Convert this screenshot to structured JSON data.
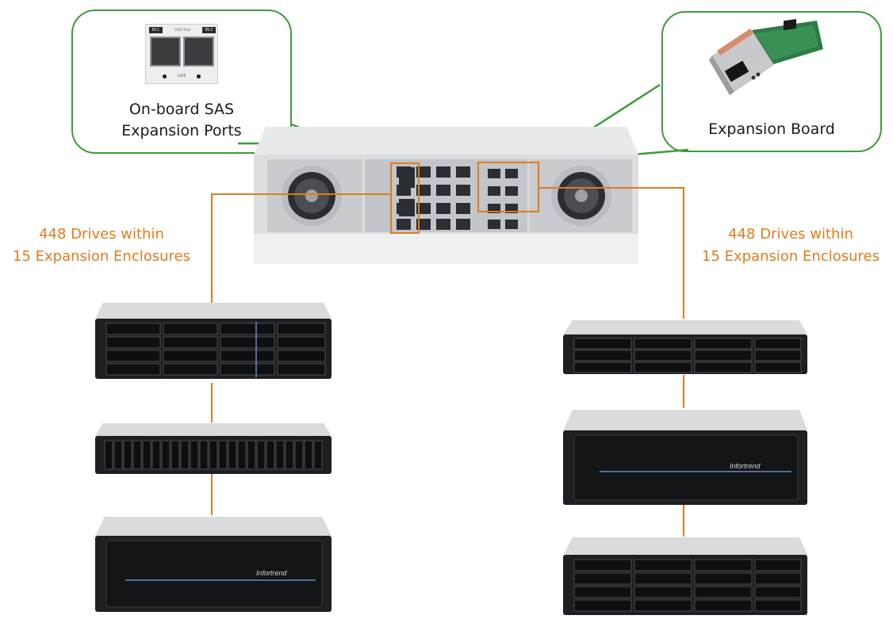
{
  "callouts": {
    "left": {
      "title_line1": "On-board SAS",
      "title_line2": "Expansion Ports",
      "icon": "sas-port-module-icon",
      "module_tags": [
        "IN 1",
        "SAS Exp",
        "IN 2"
      ],
      "module_footer": "Link"
    },
    "right": {
      "title": "Expansion Board",
      "icon": "expansion-board-icon"
    }
  },
  "labels": {
    "left_line1": "448 Drives within",
    "left_line2": "15 Expansion Enclosures",
    "right_line1": "448 Drives within",
    "right_line2": "15 Expansion Enclosures"
  },
  "enclosures": {
    "left": [
      "16-bay 3U enclosure",
      "24-bay 2U enclosure",
      "3U enclosure with bezel"
    ],
    "right": [
      "12-bay 2U enclosure",
      "3U enclosure with bezel",
      "16-bay 3U enclosure"
    ],
    "brand": "Infortrend"
  },
  "colors": {
    "accent_orange": "#e07b1f",
    "callout_green": "#3f9b3a",
    "chassis_black": "#1d1f22",
    "chassis_silver": "#d9dbdd"
  }
}
